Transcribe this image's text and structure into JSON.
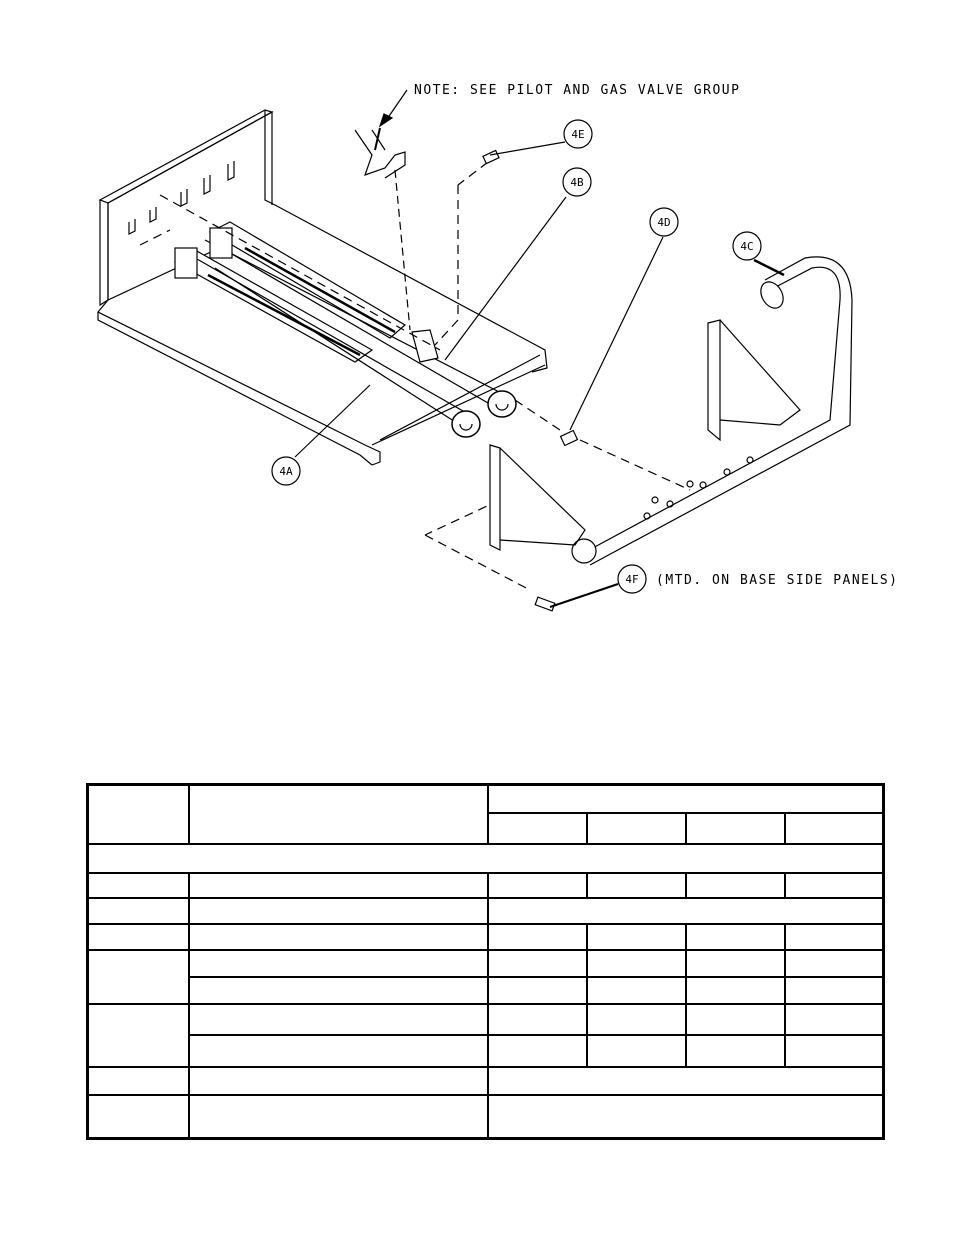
{
  "diagram": {
    "note": "NOTE: SEE PILOT AND GAS VALVE GROUP",
    "mounting_note": "(MTD. ON BASE SIDE PANELS)",
    "callouts": [
      "4A",
      "4B",
      "4C",
      "4D",
      "4E",
      "4F"
    ]
  },
  "table": {
    "rows": [
      {
        "type": "header"
      },
      {
        "type": "header-sub"
      },
      {
        "type": "section"
      },
      {
        "type": "four"
      },
      {
        "type": "merged"
      },
      {
        "type": "four"
      },
      {
        "type": "four-group-start",
        "span": 2
      },
      {
        "type": "four-cont"
      },
      {
        "type": "four-group-start",
        "span": 2
      },
      {
        "type": "four-cont"
      },
      {
        "type": "merged"
      },
      {
        "type": "merged-tall"
      }
    ]
  }
}
